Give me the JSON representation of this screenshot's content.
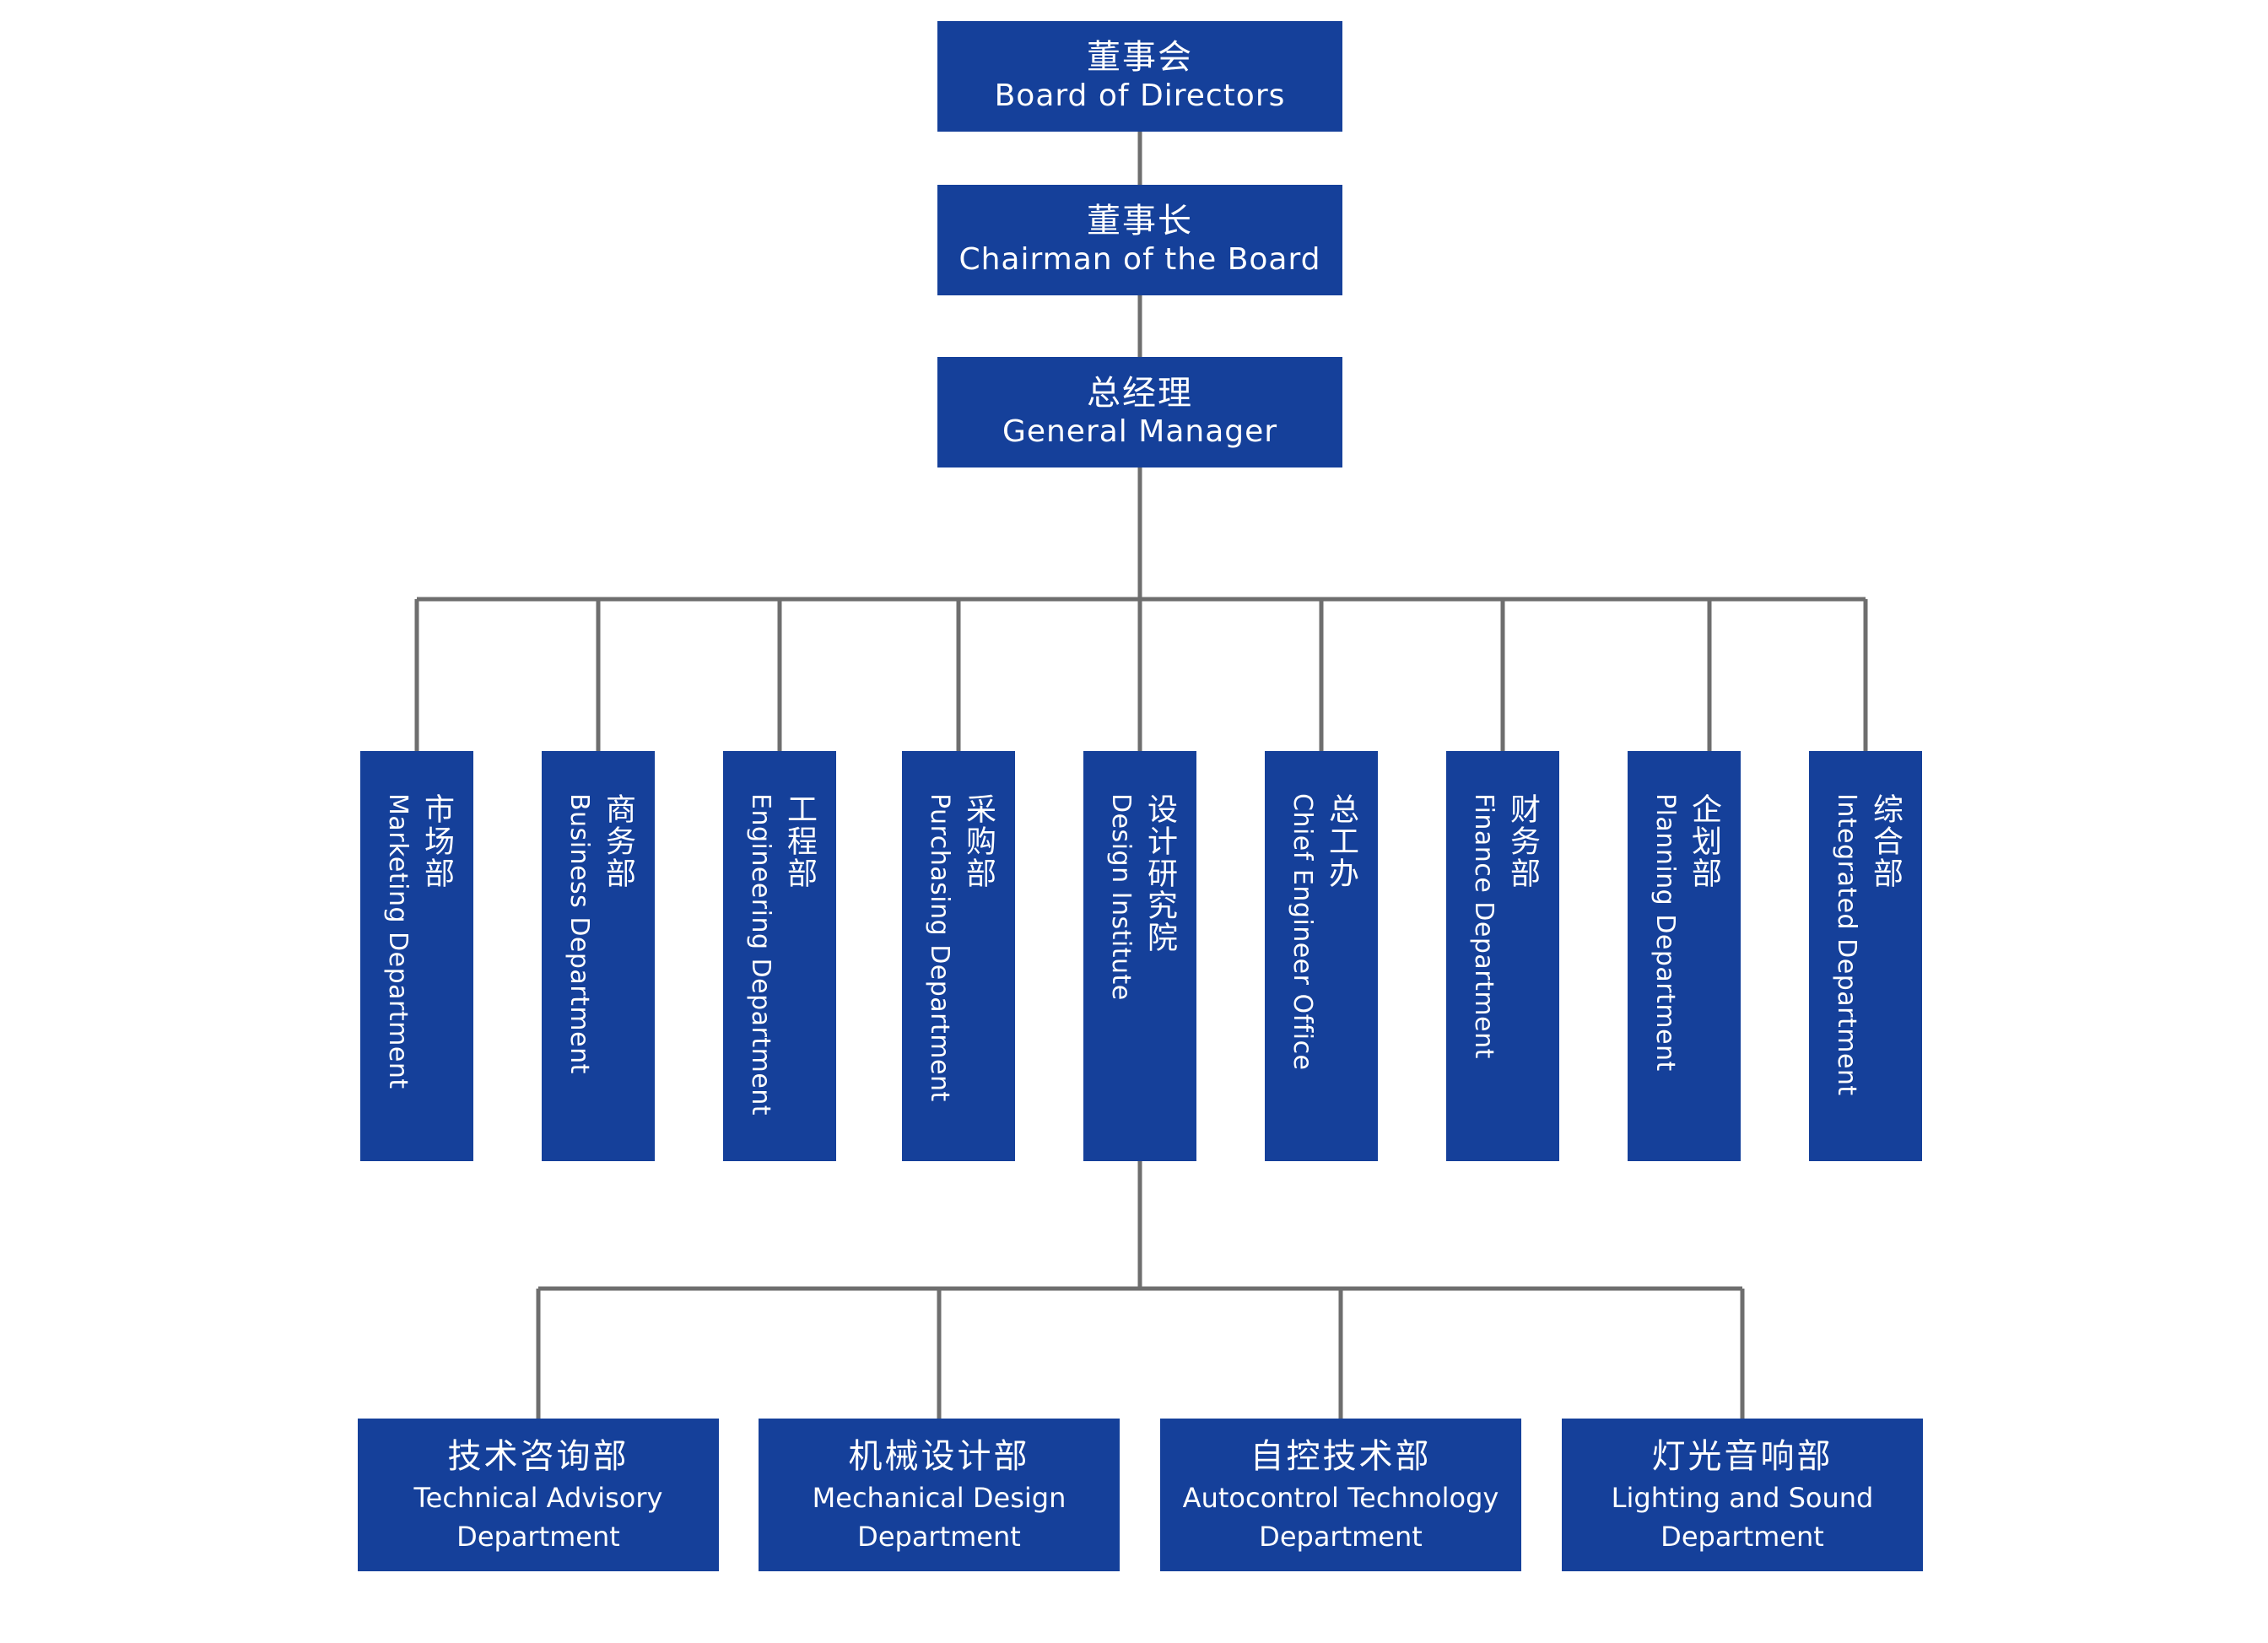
{
  "colors": {
    "box_fill": "#15409a",
    "box_text": "#ffffff",
    "connector": "#6e6e6e"
  },
  "top": [
    {
      "zh": "董事会",
      "en": "Board of Directors"
    },
    {
      "zh": "董事长",
      "en": "Chairman of the Board"
    },
    {
      "zh": "总经理",
      "en": "General Manager"
    }
  ],
  "departments": [
    {
      "zh": "市场部",
      "en": "Marketing Department"
    },
    {
      "zh": "商务部",
      "en": "Business Department"
    },
    {
      "zh": "工程部",
      "en": "Engineering Department"
    },
    {
      "zh": "采购部",
      "en": "Purchasing Department"
    },
    {
      "zh": "设计研究院",
      "en": "Design Institute"
    },
    {
      "zh": "总工办",
      "en": "Chief Engineer Office"
    },
    {
      "zh": "财务部",
      "en": "Finance Department"
    },
    {
      "zh": "企划部",
      "en": "Planning Department"
    },
    {
      "zh": "综合部",
      "en": "Integrated Department"
    }
  ],
  "sub_departments": [
    {
      "zh": "技术咨询部",
      "en": "Technical Advisory Department"
    },
    {
      "zh": "机械设计部",
      "en": "Mechanical Design Department"
    },
    {
      "zh": "自控技术部",
      "en": "Autocontrol Technology Department"
    },
    {
      "zh": "灯光音响部",
      "en": "Lighting and Sound Department"
    }
  ]
}
